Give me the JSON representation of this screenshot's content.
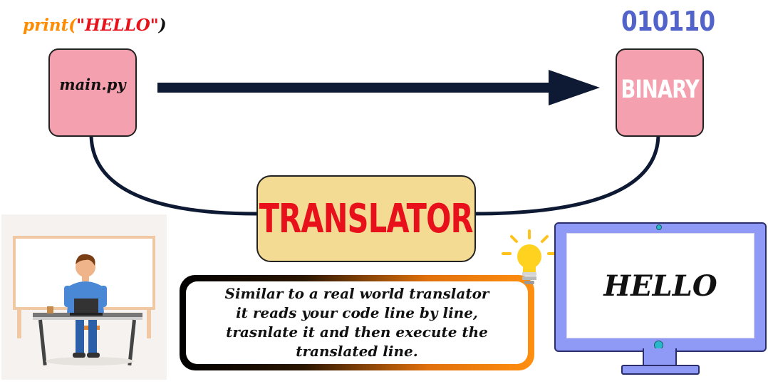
{
  "code_label": {
    "func": "print(",
    "arg": "\"HELLO\"",
    "close": ")"
  },
  "binary_label": "010110",
  "boxes": {
    "source": "main.py",
    "target": "BINARY",
    "translator": "TRANSLATOR"
  },
  "explanation": "Similar to a real world translator\nit reads your code line by line,\ntrasnlate it and then execute the\ntranslated line.",
  "monitor": {
    "text": "HELLO"
  },
  "colors": {
    "code_func": "#ff8c00",
    "code_arg": "#e8101a",
    "binary": "#5263c9",
    "box_pink": "#f4a0ae",
    "translator_fill": "#f4db93",
    "translator_text": "#e8101a",
    "arrow": "#0e1a33",
    "monitor": "#8e9af5"
  },
  "icons": [
    "arrow-right-icon",
    "lightbulb-icon",
    "monitor-icon",
    "person-at-desk-illustration"
  ]
}
